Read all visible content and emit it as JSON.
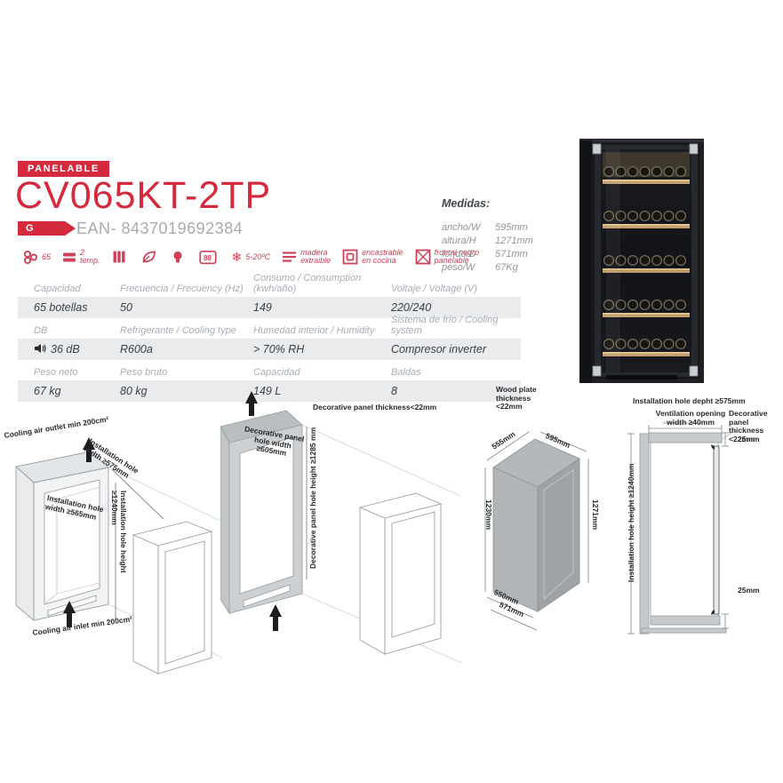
{
  "colors": {
    "brand": "#d5293d",
    "icon_red": "#cf4158",
    "row_bg": "#e9ebec",
    "header_text": "#a7adb3",
    "value_text": "#3b4046"
  },
  "header": {
    "badge": "PANELABLE",
    "model": "CV065KT-2TP",
    "energy_class": "G",
    "ean": "EAN- 8437019692384"
  },
  "features": [
    {
      "label": "65"
    },
    {
      "label": "2\ntemp."
    },
    {
      "label": ""
    },
    {
      "label": ""
    },
    {
      "label": ""
    },
    {
      "label": ""
    },
    {
      "label": "5-20ºC"
    },
    {
      "label": "madera\nextraible"
    },
    {
      "label": "encastrable\nen cocina"
    },
    {
      "label": "frontal negro\npanelable"
    }
  ],
  "display_digits": "88",
  "specs": {
    "rows": [
      {
        "h": [
          "Capacidad",
          "Frecuencia / Frecuency (Hz)",
          "Consumo / Consumption (kwh/año)",
          "Voltaje / Voltage (V)"
        ],
        "v": [
          "65 botellas",
          "50",
          "149",
          "220/240"
        ]
      },
      {
        "h": [
          "DB",
          "Refrigerante / Cooling type",
          "Humedad interior / Humidity",
          "Sistema de frío / Cooling system"
        ],
        "v": [
          "36 dB",
          "R600a",
          "> 70% RH",
          "Compresor inverter"
        ]
      },
      {
        "h": [
          "Peso neto",
          "Peso bruto",
          "Capacidad",
          "Baldas"
        ],
        "v": [
          "67 kg",
          "80 kg",
          "149 L",
          "8"
        ]
      }
    ]
  },
  "medidas": {
    "title": "Medidas:",
    "rows": [
      {
        "label": "ancho/W",
        "value": "595mm"
      },
      {
        "label": "altura/H",
        "value": "1271mm"
      },
      {
        "label": "fondo/D",
        "value": "571mm"
      },
      {
        "label": "peso/W",
        "value": "67Kg"
      }
    ]
  },
  "diagrams": {
    "install": {
      "air_outlet": "Cooling air outlet min 200cm²",
      "hole_width_outer": "Installation hole\nwidth ≥575mm",
      "hole_width_inner": "Installation hole\nwidth ≥565mm",
      "hole_height": "Installation hole height ≥1240mm",
      "air_inlet": "Cooling air inlet min 200cm²"
    },
    "panel": {
      "thickness": "Decorative panel thickness<22mm",
      "hole_width": "Decorative panel\nhole width\n≥605mm",
      "hole_height": "Decorative panel hole height ≥1285 mm"
    },
    "unit": {
      "wood_plate": "Wood plate\nthickness\n<22mm",
      "top_left": "555mm",
      "top_right": "595mm",
      "left": "1230mm",
      "right": "1271mm",
      "bottom_inner": "550mm",
      "bottom_outer": "571mm"
    },
    "section": {
      "depth": "Installation hole depht ≥575mm",
      "vent": "Ventilation opening\nwidth ≥40mm",
      "panel_thickness": "Decorative panel\nthickness <22mm",
      "gap_top": "25mm",
      "gap_bottom": "25mm",
      "height": "Installation hole height ≥1240mm"
    }
  }
}
